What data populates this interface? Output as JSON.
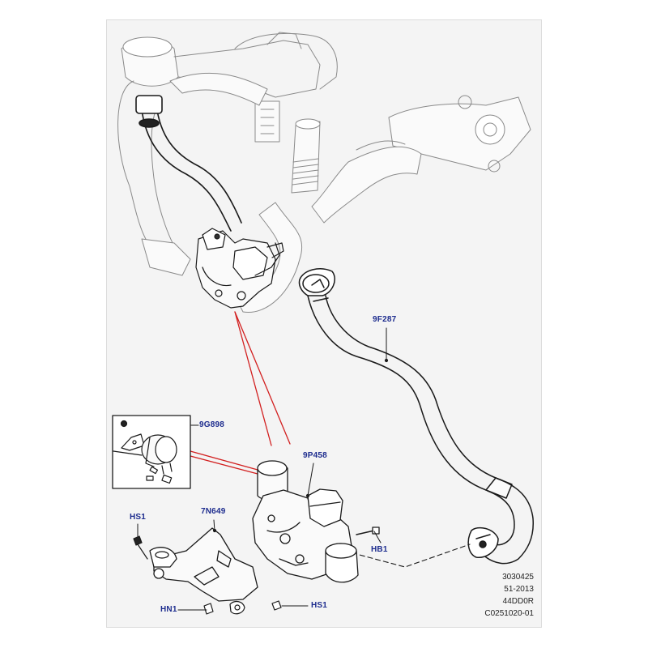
{
  "diagram": {
    "colors": {
      "panel_bg": "#f4f4f4",
      "line": "#1a1a1a",
      "callout_text": "#1d2c8e",
      "highlight": "#d21f1f"
    },
    "callouts": {
      "hose_9f287": "9F287",
      "actuator_9g898": "9G898",
      "valve_9p458": "9P458",
      "bracket_7n649": "7N649",
      "bolt_hs1_top": "HS1",
      "bolt_hb1": "HB1",
      "nut_hn1": "HN1",
      "bolt_hs1_bottom": "HS1"
    },
    "footer": {
      "line1": "3030425",
      "line2": "51-2013",
      "line3": "44DD0R",
      "line4": "C0251020-01"
    }
  }
}
